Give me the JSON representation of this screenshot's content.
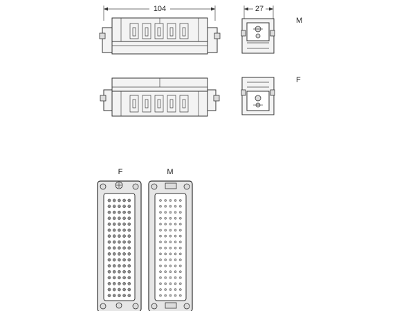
{
  "dimensions": {
    "length": "104",
    "width": "27"
  },
  "labels": {
    "male": "M",
    "female": "F"
  },
  "colors": {
    "line": "#333333",
    "fill": "#f3f3f3"
  }
}
